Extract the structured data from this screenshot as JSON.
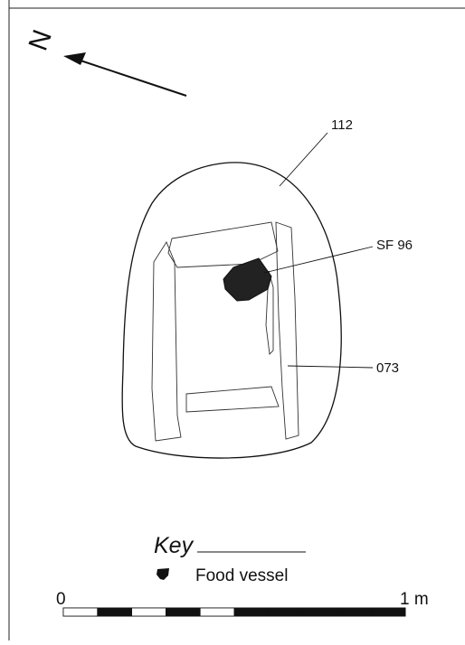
{
  "north_arrow": {
    "label": "N"
  },
  "features": {
    "pit": {
      "label": "112"
    },
    "cist_slabs": {
      "label": "073"
    },
    "small_find": {
      "label": "SF 96"
    }
  },
  "key": {
    "title": "Key",
    "items": [
      {
        "icon": "food-vessel-icon",
        "label": "Food vessel"
      }
    ]
  },
  "scale_bar": {
    "start_label": "0",
    "end_label": "1 m",
    "segments": 10
  },
  "colors": {
    "ink": "#111111",
    "fill_dark": "#222222",
    "paper": "#ffffff"
  }
}
